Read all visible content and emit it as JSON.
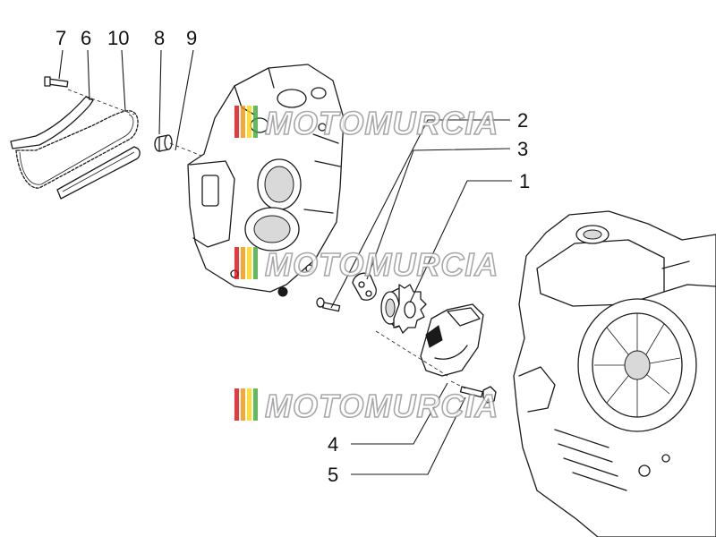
{
  "callouts": [
    {
      "id": "7",
      "label": "7"
    },
    {
      "id": "6",
      "label": "6"
    },
    {
      "id": "10",
      "label": "10"
    },
    {
      "id": "8",
      "label": "8"
    },
    {
      "id": "9",
      "label": "9"
    },
    {
      "id": "2",
      "label": "2"
    },
    {
      "id": "3",
      "label": "3"
    },
    {
      "id": "1",
      "label": "1"
    },
    {
      "id": "4",
      "label": "4"
    },
    {
      "id": "5",
      "label": "5"
    }
  ],
  "watermark": {
    "text": "MOTOMURCIA",
    "stripe_colors": [
      "#e30613",
      "#f39200",
      "#ffd500",
      "#3aa935"
    ]
  },
  "colors": {
    "line": "#1a1a1a",
    "background": "#ffffff",
    "watermark_outline": "#9a9a9a"
  }
}
